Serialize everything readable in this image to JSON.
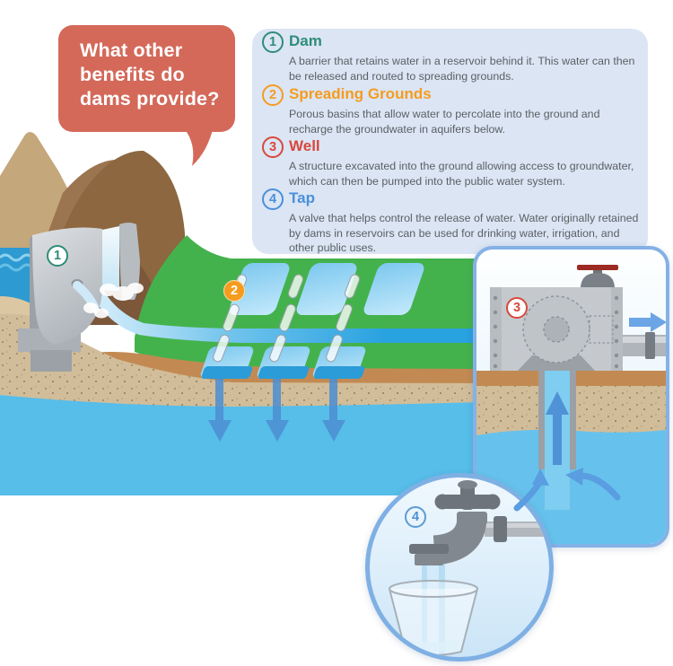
{
  "speech_bubble": {
    "text": "What other\nbenefits do\ndams provide?",
    "bg_color": "#d4695a"
  },
  "legend": {
    "bg_color": "#dbe5f4",
    "items": [
      {
        "number": "1",
        "title": "Dam",
        "color": "#2f8c78",
        "description": "A barrier that retains water in a reservoir behind it. This water can then\nbe released and routed to spreading grounds."
      },
      {
        "number": "2",
        "title": "Spreading Grounds",
        "color": "#f59c1f",
        "description": "Porous basins that allow water to percolate into the ground and\nrecharge the groundwater in aquifers below."
      },
      {
        "number": "3",
        "title": "Well",
        "color": "#d9473b",
        "description": "A structure excavated into the ground allowing access to groundwater,\nwhich can then be pumped into the public water system."
      },
      {
        "number": "4",
        "title": "Tap",
        "color": "#4a90d9",
        "description": "A valve that helps control the release of water. Water originally retained\nby dams in reservoirs can be used for drinking water, irrigation, and\nother public uses."
      }
    ]
  },
  "diagram": {
    "markers": {
      "dam": "1",
      "spreading_grounds": "2",
      "well": "3",
      "tap": "4"
    }
  },
  "palette": {
    "grass_green": "#44b24c",
    "river_blue": "#29a2e0",
    "reservoir_blue": "#2e9ad2",
    "groundwater_blue": "#57bde9",
    "dirt_brown": "#c28a52",
    "sand_tan": "#d1bd99",
    "mountain_brown": "#8d6740",
    "dam_gray": "#b7bcc1",
    "arrow_blue": "#4c8fd2",
    "valve_red": "#9c2a23"
  }
}
